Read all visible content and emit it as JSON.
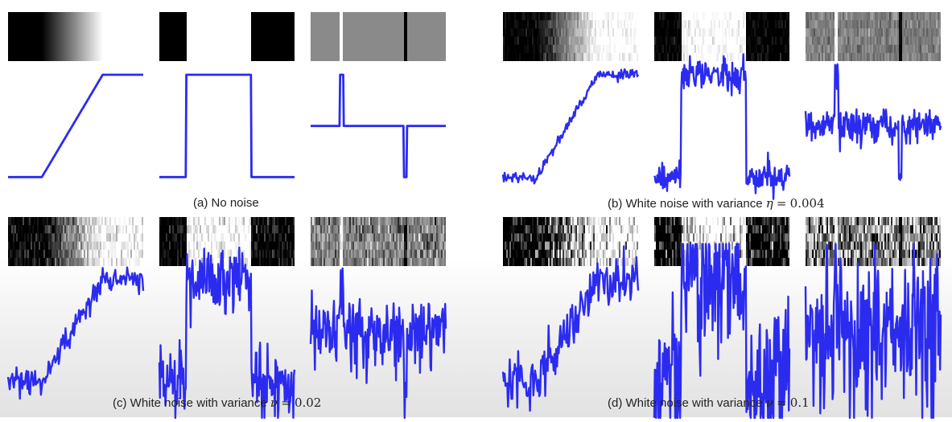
{
  "panels": [
    {
      "id": "a",
      "caption": "(a) No noise",
      "symbol": "",
      "equals": "",
      "value": "",
      "noise": 0
    },
    {
      "id": "b",
      "caption": "(b) White noise with variance",
      "symbol": "η",
      "equals": "=",
      "value": "0.004",
      "noise": 0.004
    },
    {
      "id": "c",
      "caption": "(c) White noise with variance",
      "symbol": "ν",
      "equals": "=",
      "value": "0.02",
      "noise": 0.02
    },
    {
      "id": "d",
      "caption": "(d) White noise with variance",
      "symbol": "ν",
      "equals": "=",
      "value": "0.1",
      "noise": 0.1
    }
  ],
  "colors": {
    "curve": "#2b2bf0",
    "strip_dark": "#000000",
    "strip_light": "#ffffff",
    "strip_gray": "#8a8a8a"
  },
  "signals": [
    "ramp",
    "box",
    "impulse"
  ]
}
